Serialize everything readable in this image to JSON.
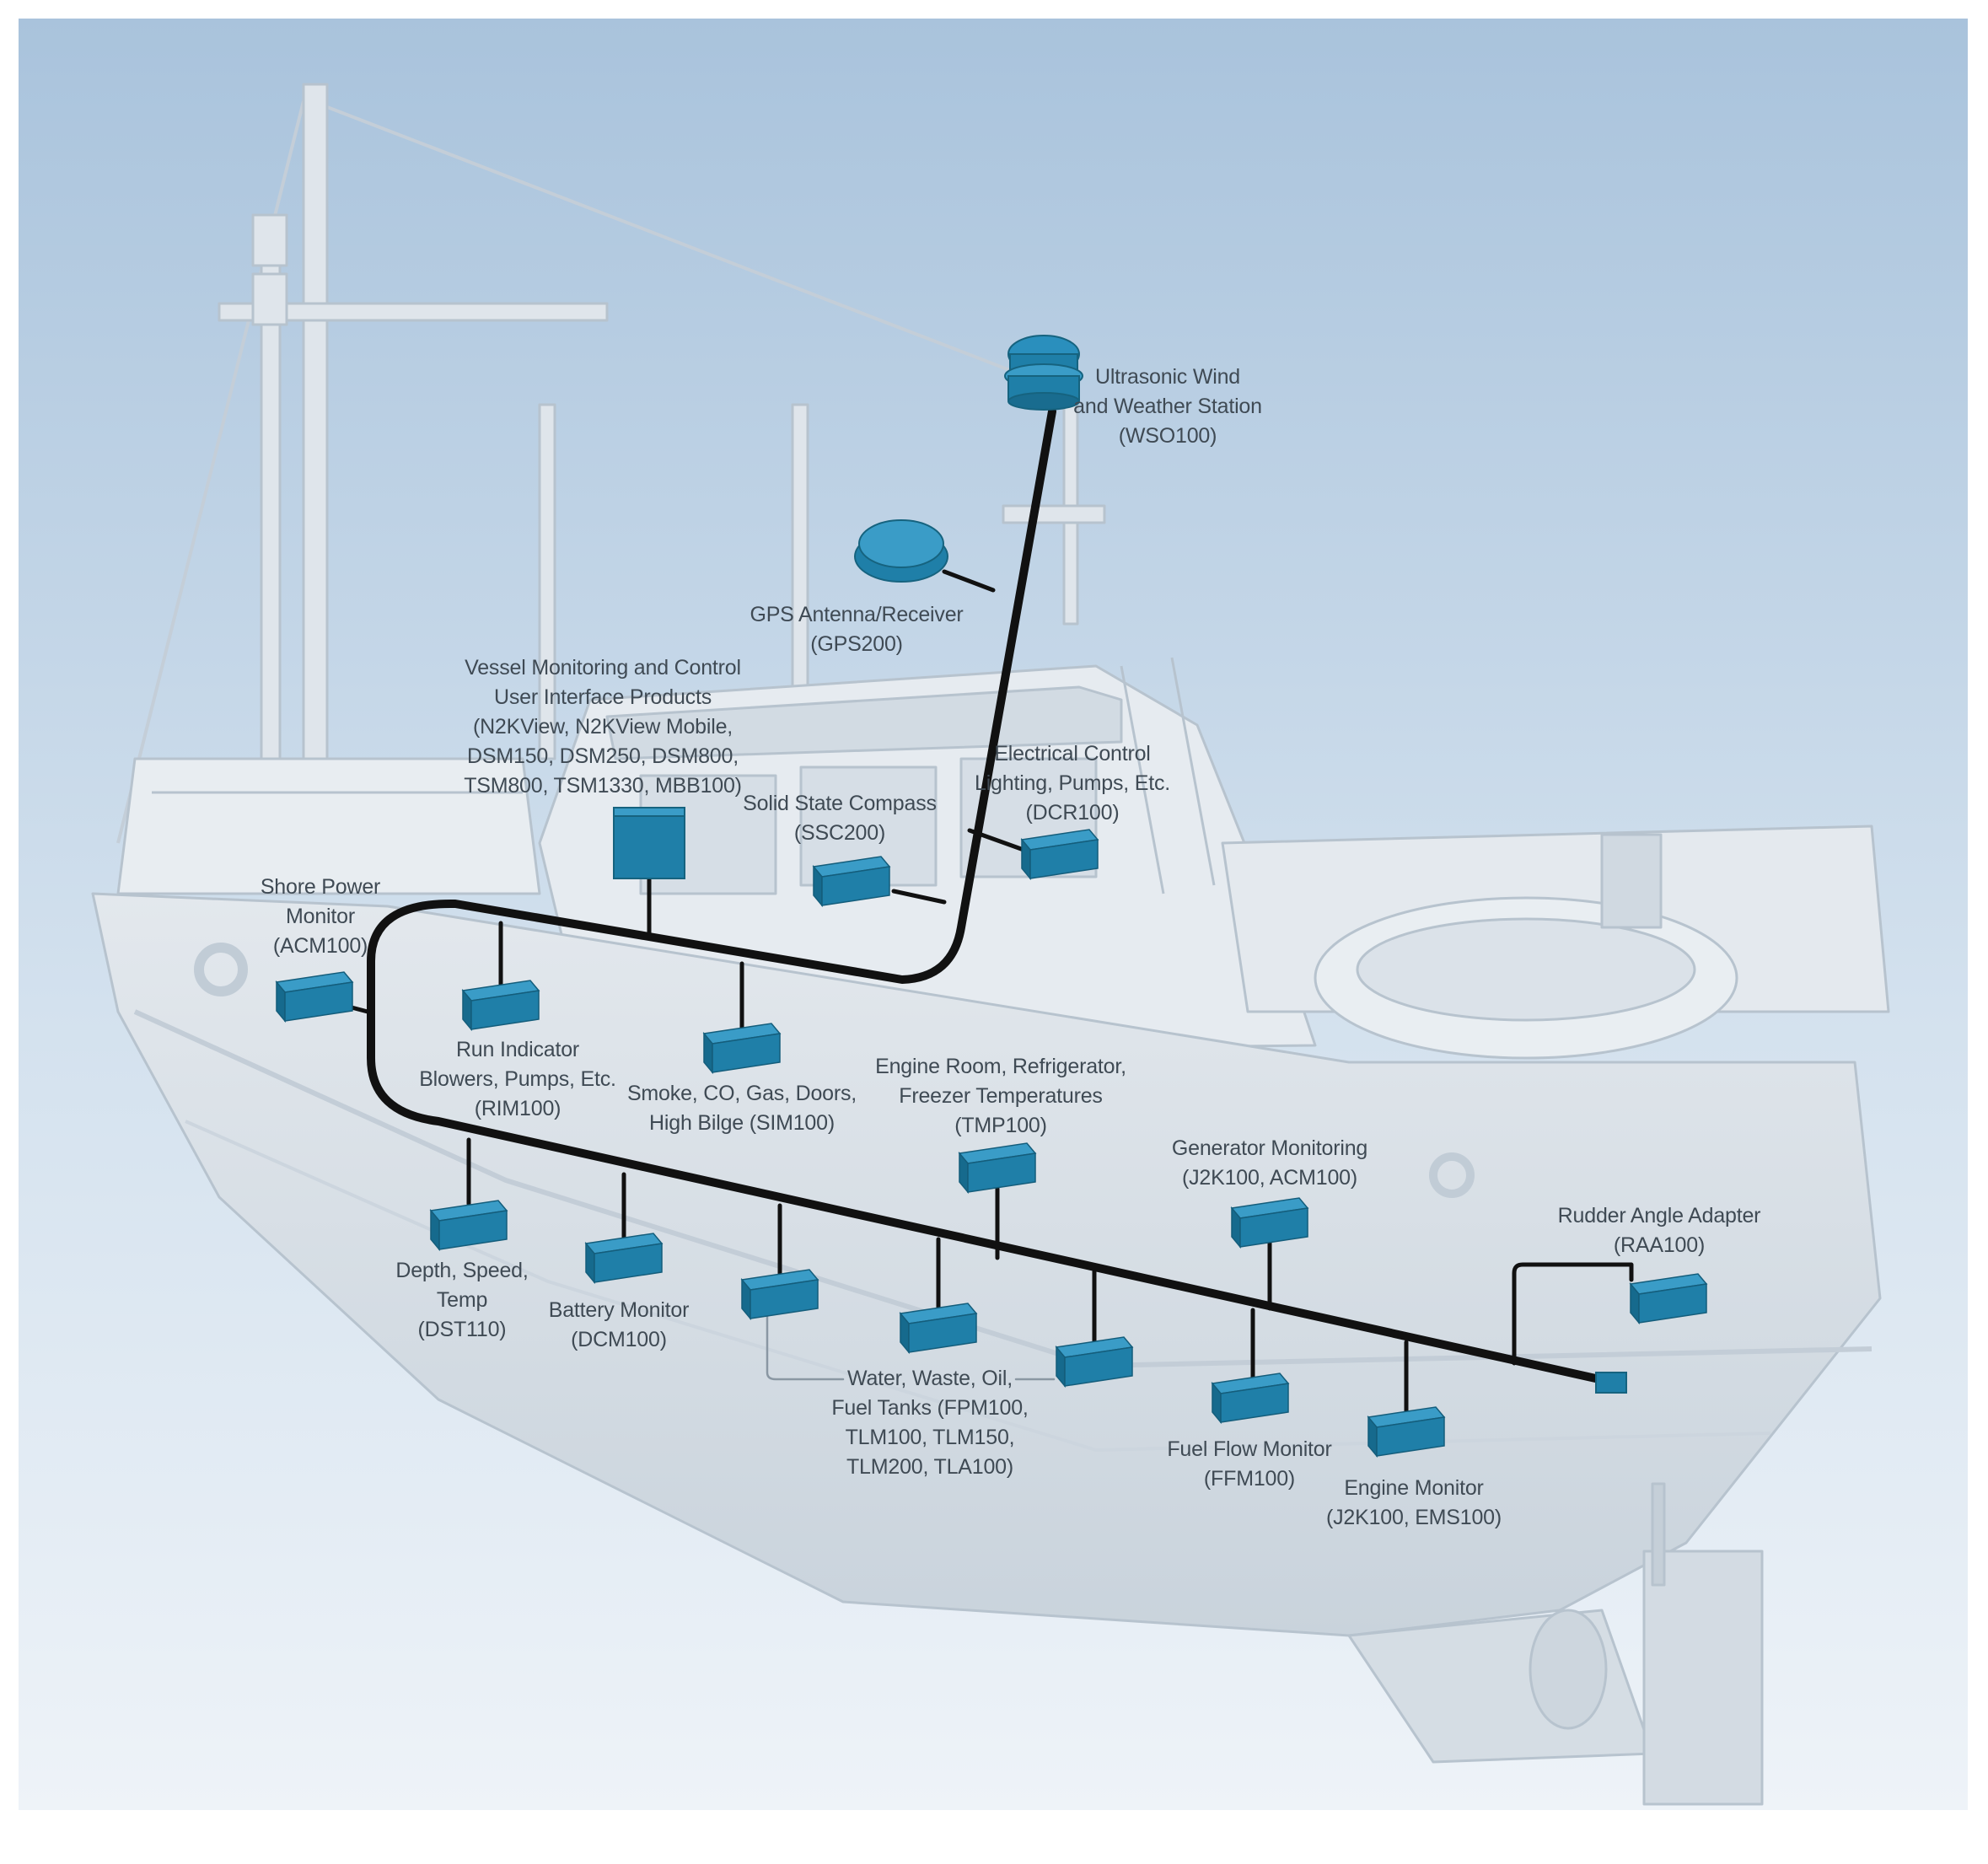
{
  "colors": {
    "background_top": "#a9c3dc",
    "background_bottom": "#eef3f8",
    "hull": "#dfe5eb",
    "hull_shadow": "#c8d1da",
    "backbone": "#111111",
    "device": "#1f7fa8",
    "device_top": "#3a9cc7",
    "label_text": "#3f4a54"
  },
  "labels": {
    "wso": [
      "Ultrasonic Wind",
      "and Weather Station",
      "(WSO100)"
    ],
    "gps": [
      "GPS Antenna/Receiver",
      "(GPS200)"
    ],
    "vessel": [
      "Vessel Monitoring and Control",
      "User Interface Products",
      "(N2KView, N2KView Mobile,",
      "DSM150, DSM250, DSM800,",
      "TSM800, TSM1330, MBB100)"
    ],
    "compass": [
      "Solid State Compass",
      "(SSC200)"
    ],
    "electrical": [
      "Electrical Control",
      "Lighting, Pumps, Etc.",
      "(DCR100)"
    ],
    "shore": [
      "Shore Power",
      "Monitor",
      "(ACM100)"
    ],
    "run": [
      "Run Indicator",
      "Blowers, Pumps, Etc.",
      "(RIM100)"
    ],
    "smoke": [
      "Smoke, CO, Gas, Doors,",
      "High Bilge (SIM100)"
    ],
    "engine_room": [
      "Engine Room, Refrigerator,",
      "Freezer Temperatures",
      "(TMP100)"
    ],
    "generator": [
      "Generator Monitoring",
      "(J2K100, ACM100)"
    ],
    "rudder": [
      "Rudder Angle Adapter",
      "(RAA100)"
    ],
    "depth": [
      "Depth, Speed,",
      "Temp",
      "(DST110)"
    ],
    "battery": [
      "Battery Monitor",
      "(DCM100)"
    ],
    "tanks": [
      "Water, Waste, Oil,",
      "Fuel Tanks (FPM100,",
      "TLM100, TLM150,",
      "TLM200, TLA100)"
    ],
    "fuel_flow": [
      "Fuel Flow Monitor",
      "(FFM100)"
    ],
    "engine_monitor": [
      "Engine Monitor",
      "(J2K100, EMS100)"
    ]
  }
}
